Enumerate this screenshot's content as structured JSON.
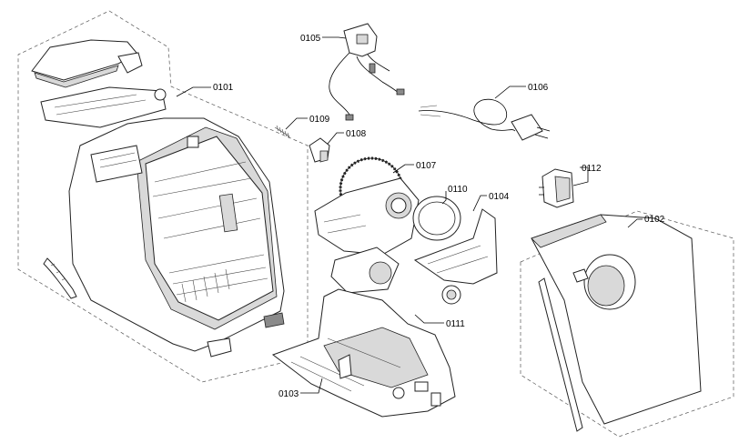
{
  "diagram": {
    "parts": [
      {
        "id": "p0101",
        "label": "0101"
      },
      {
        "id": "p0102",
        "label": "0102"
      },
      {
        "id": "p0103",
        "label": "0103"
      },
      {
        "id": "p0104",
        "label": "0104"
      },
      {
        "id": "p0105",
        "label": "0105"
      },
      {
        "id": "p0106",
        "label": "0106"
      },
      {
        "id": "p0107",
        "label": "0107"
      },
      {
        "id": "p0108",
        "label": "0108"
      },
      {
        "id": "p0109",
        "label": "0109"
      },
      {
        "id": "p0110",
        "label": "0110"
      },
      {
        "id": "p0111",
        "label": "0111"
      },
      {
        "id": "p0112",
        "label": "0112"
      }
    ]
  }
}
